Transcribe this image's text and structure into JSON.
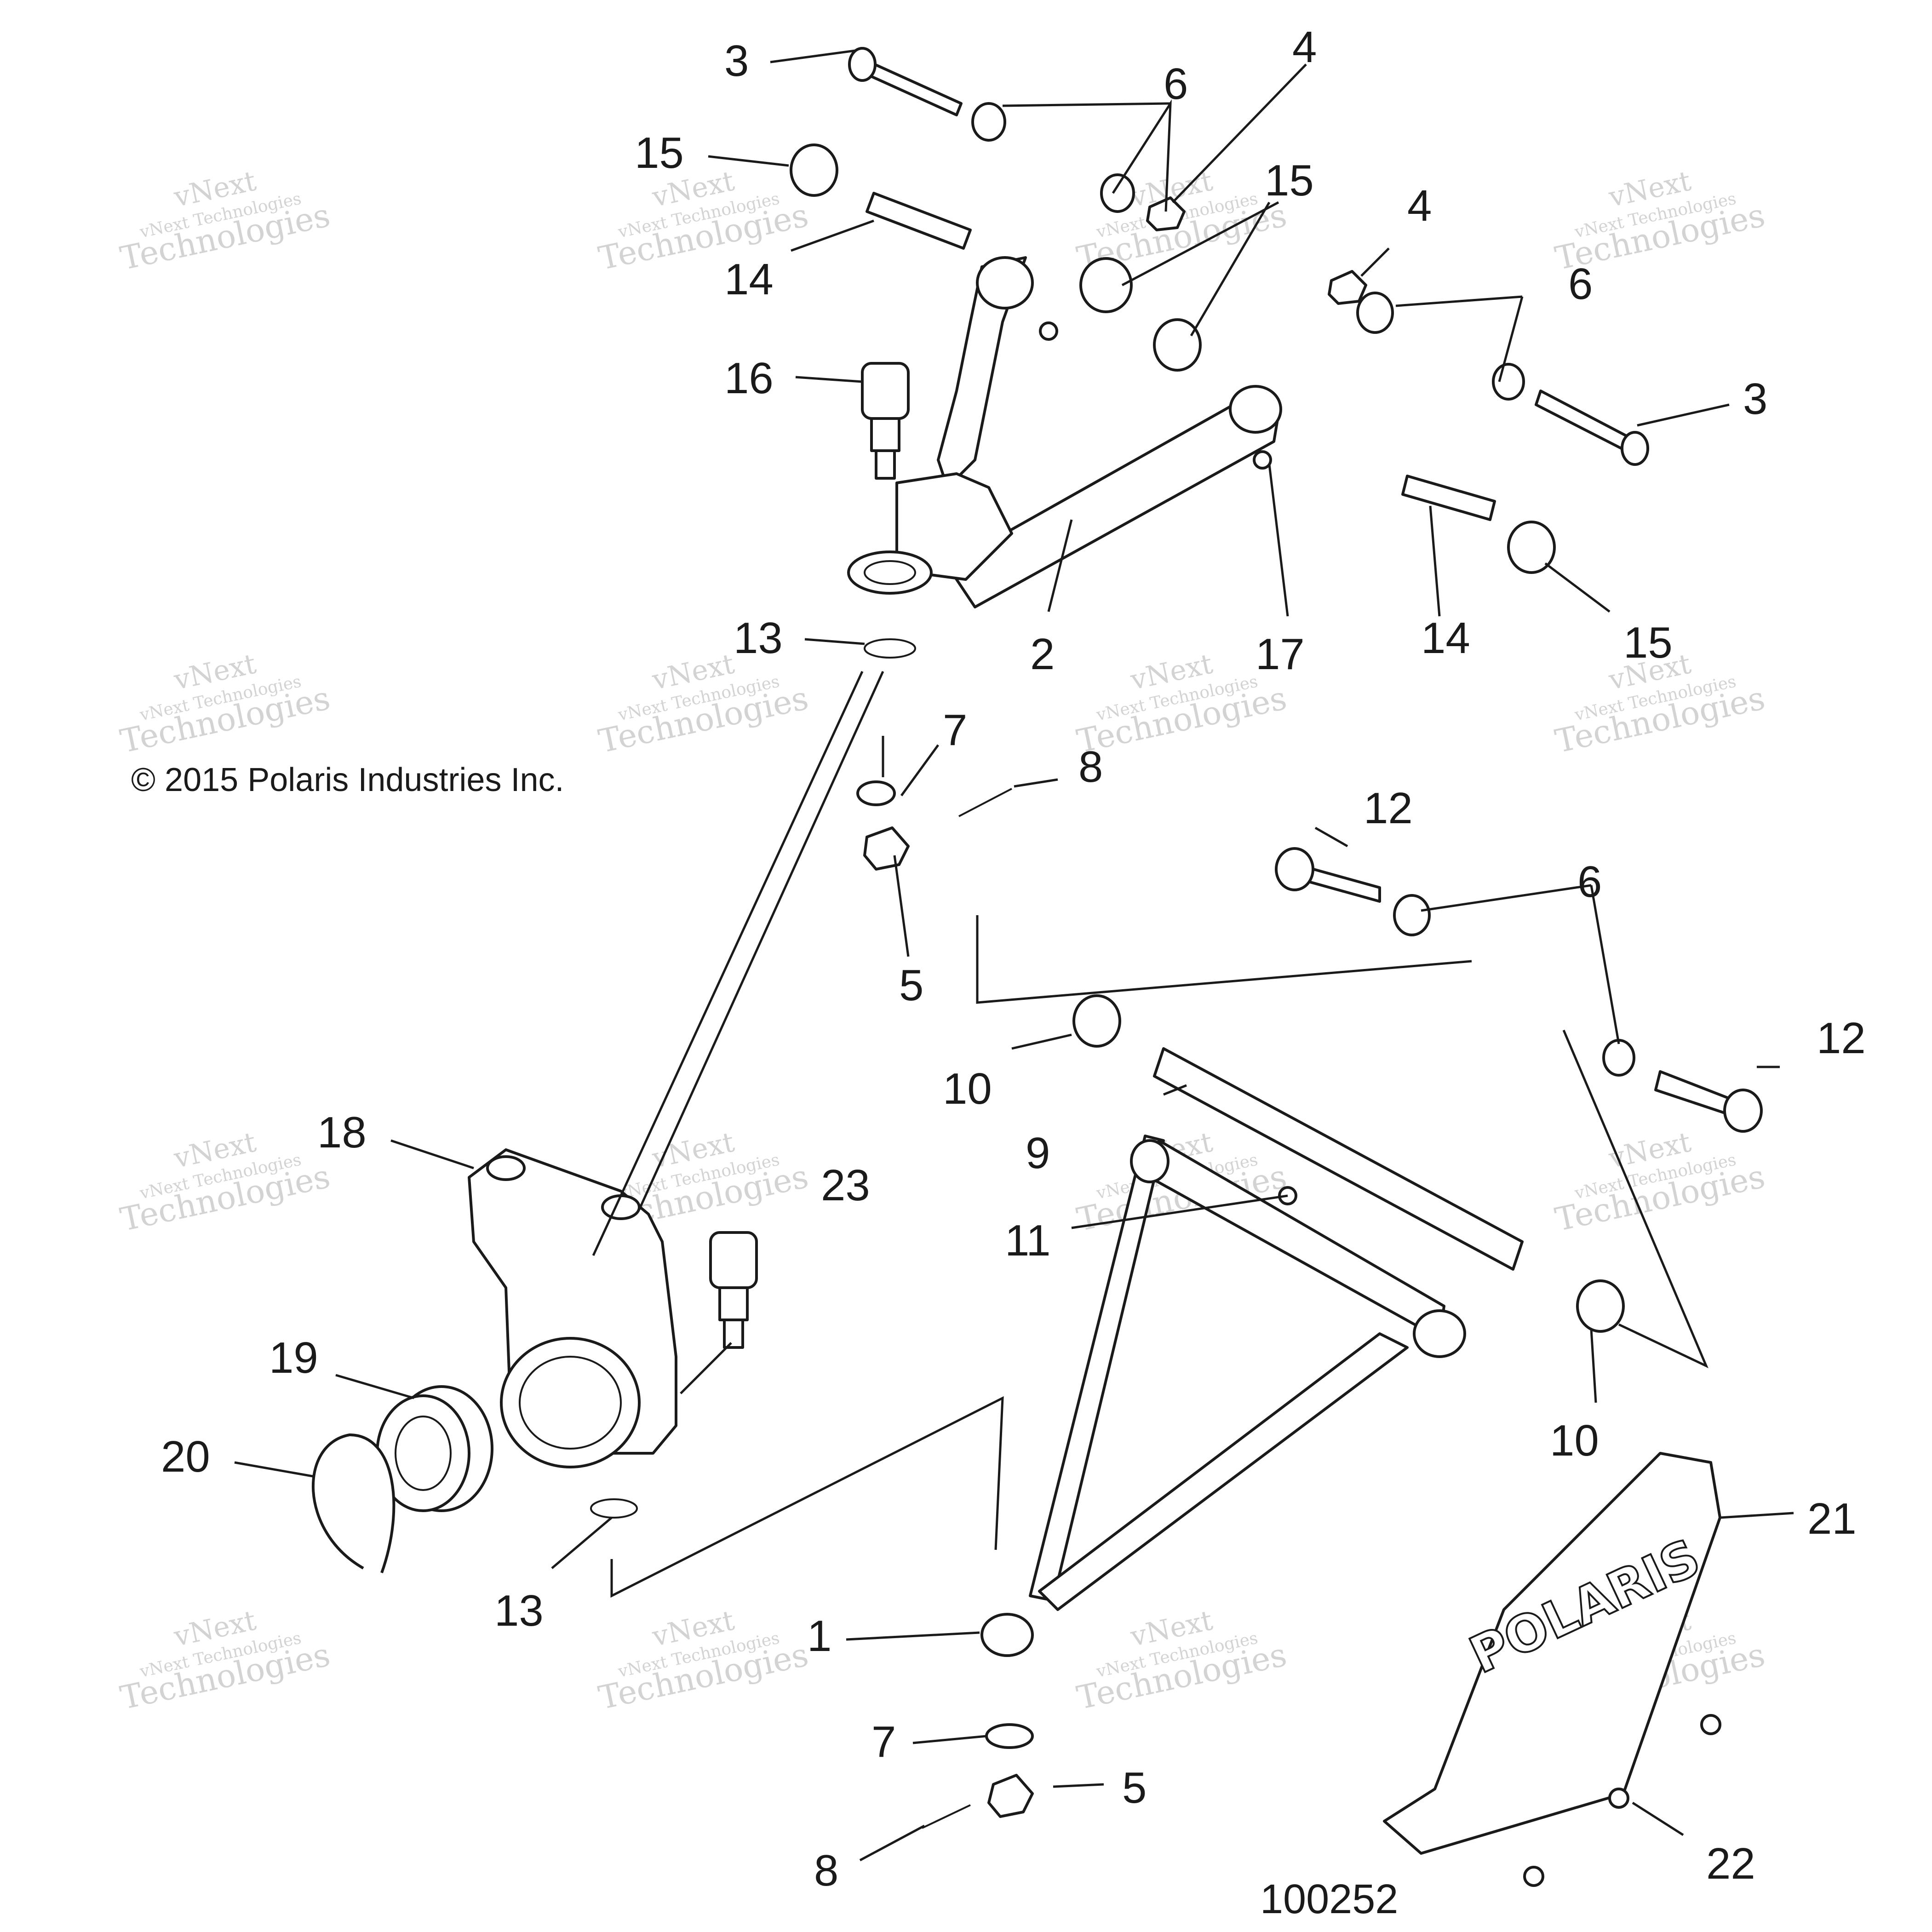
{
  "copyright": "© 2015 Polaris Industries Inc.",
  "document_number": "100252",
  "brand_logo_text": "POLARIS",
  "watermark": {
    "line1": "vNext",
    "line2": "vNext Technologies",
    "line3": "Technologies"
  },
  "callouts": {
    "c1": "1",
    "c2": "2",
    "c3a": "3",
    "c3b": "3",
    "c4a": "4",
    "c4b": "4",
    "c5a": "5",
    "c5b": "5",
    "c6a": "6",
    "c6b": "6",
    "c6c": "6",
    "c7a": "7",
    "c7b": "7",
    "c8a": "8",
    "c8b": "8",
    "c9": "9",
    "c10a": "10",
    "c10b": "10",
    "c11": "11",
    "c12a": "12",
    "c12b": "12",
    "c13a": "13",
    "c13b": "13",
    "c14a": "14",
    "c14b": "14",
    "c15a": "15",
    "c15b": "15",
    "c15c": "15",
    "c16": "16",
    "c17": "17",
    "c18": "18",
    "c19": "19",
    "c20": "20",
    "c21": "21",
    "c22": "22",
    "c23": "23"
  }
}
